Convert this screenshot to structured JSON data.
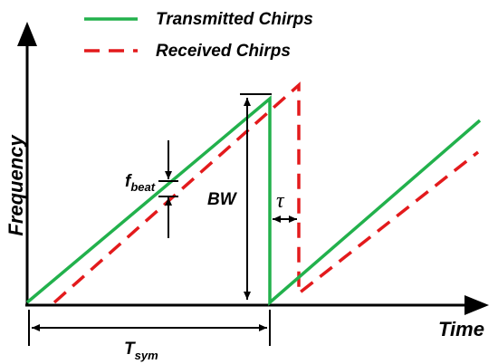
{
  "legend": {
    "transmitted": "Transmitted Chirps",
    "received": "Received Chirps"
  },
  "axes": {
    "x_label": "Time",
    "y_label": "Frequency"
  },
  "annotations": {
    "bandwidth": "BW",
    "delay": "τ",
    "beat_main": "f",
    "beat_sub": "beat",
    "period_main": "T",
    "period_sub": "sym"
  },
  "colors": {
    "transmitted": "#22b14c",
    "received": "#e31a1c",
    "axis": "#000000"
  }
}
